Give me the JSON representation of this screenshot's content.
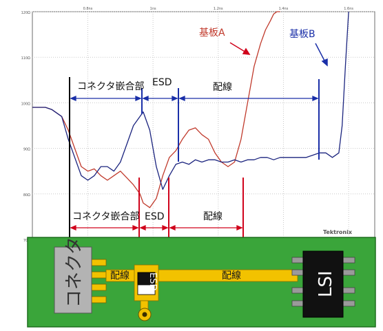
{
  "chart_data": {
    "type": "line",
    "title": "",
    "xlabel": "",
    "ylabel": "",
    "x_ticks": [
      "0.8ns",
      "1ns",
      "1.2ns",
      "1.4ns",
      "1.6ns"
    ],
    "x_tick_values": [
      0.8,
      1.0,
      1.2,
      1.4,
      1.6
    ],
    "y_ticks": [
      "120Ω",
      "110Ω",
      "100Ω",
      "90Ω",
      "80Ω",
      "70Ω"
    ],
    "y_tick_values": [
      120,
      110,
      100,
      90,
      80,
      70
    ],
    "xlim": [
      0.63,
      1.68
    ],
    "ylim": [
      70,
      120
    ],
    "grid": true,
    "series": [
      {
        "name": "基板A",
        "color": "#c0392b",
        "x": [
          0.63,
          0.67,
          0.69,
          0.72,
          0.74,
          0.76,
          0.78,
          0.8,
          0.82,
          0.84,
          0.86,
          0.88,
          0.9,
          0.92,
          0.94,
          0.96,
          0.97,
          0.99,
          1.01,
          1.03,
          1.05,
          1.07,
          1.09,
          1.11,
          1.13,
          1.15,
          1.17,
          1.19,
          1.21,
          1.23,
          1.25,
          1.27,
          1.29,
          1.31,
          1.33,
          1.345,
          1.36,
          1.37,
          1.38,
          1.39
        ],
        "y": [
          99,
          99,
          98.5,
          97,
          94,
          90,
          86,
          85,
          85.5,
          84,
          83,
          84,
          85,
          83.5,
          82,
          80,
          78,
          77,
          79,
          84,
          88,
          89.5,
          92,
          94,
          94.5,
          93,
          92,
          89,
          87,
          86,
          87,
          92,
          100,
          108,
          113,
          116,
          118,
          119.5,
          120,
          120
        ]
      },
      {
        "name": "基板B",
        "color": "#1a237e",
        "x": [
          0.63,
          0.67,
          0.69,
          0.72,
          0.74,
          0.76,
          0.78,
          0.8,
          0.82,
          0.84,
          0.86,
          0.88,
          0.9,
          0.92,
          0.94,
          0.96,
          0.97,
          0.99,
          1.01,
          1.03,
          1.05,
          1.07,
          1.09,
          1.11,
          1.13,
          1.15,
          1.17,
          1.19,
          1.21,
          1.23,
          1.25,
          1.27,
          1.29,
          1.31,
          1.33,
          1.35,
          1.37,
          1.39,
          1.41,
          1.43,
          1.45,
          1.47,
          1.49,
          1.51,
          1.53,
          1.55,
          1.57,
          1.58,
          1.59,
          1.6
        ],
        "y": [
          99,
          99,
          98.5,
          97,
          92,
          88,
          84,
          83,
          84,
          86,
          86,
          85,
          87,
          91,
          95,
          97,
          98,
          94,
          86,
          81,
          84,
          86.5,
          87,
          86.5,
          87.5,
          87,
          87.5,
          87.5,
          87,
          87,
          87.5,
          87,
          87.5,
          87.5,
          88,
          88,
          87.5,
          88,
          88,
          88,
          88,
          88,
          88.5,
          89,
          89,
          88,
          89,
          95,
          108,
          120
        ]
      }
    ],
    "annotations": {
      "label_board_a": "基板A",
      "label_board_b": "基板B",
      "blue_section_connector": "コネクタ嵌合部",
      "blue_section_esd": "ESD",
      "blue_section_wiring": "配線",
      "red_section_connector": "コネクタ嵌合部",
      "red_section_esd": "ESD",
      "red_section_wiring": "配線",
      "brand": "Tektronix"
    }
  },
  "board": {
    "connector_label": "コネクタ",
    "wiring_label_left": "配線",
    "wiring_label_right": "配線",
    "esd_label": "ESD",
    "lsi_label": "LSI",
    "pcb_color": "#3aa53a",
    "trace_color": "#f2c200",
    "connector_color": "#b3b3b3",
    "chip_color": "#111111"
  }
}
